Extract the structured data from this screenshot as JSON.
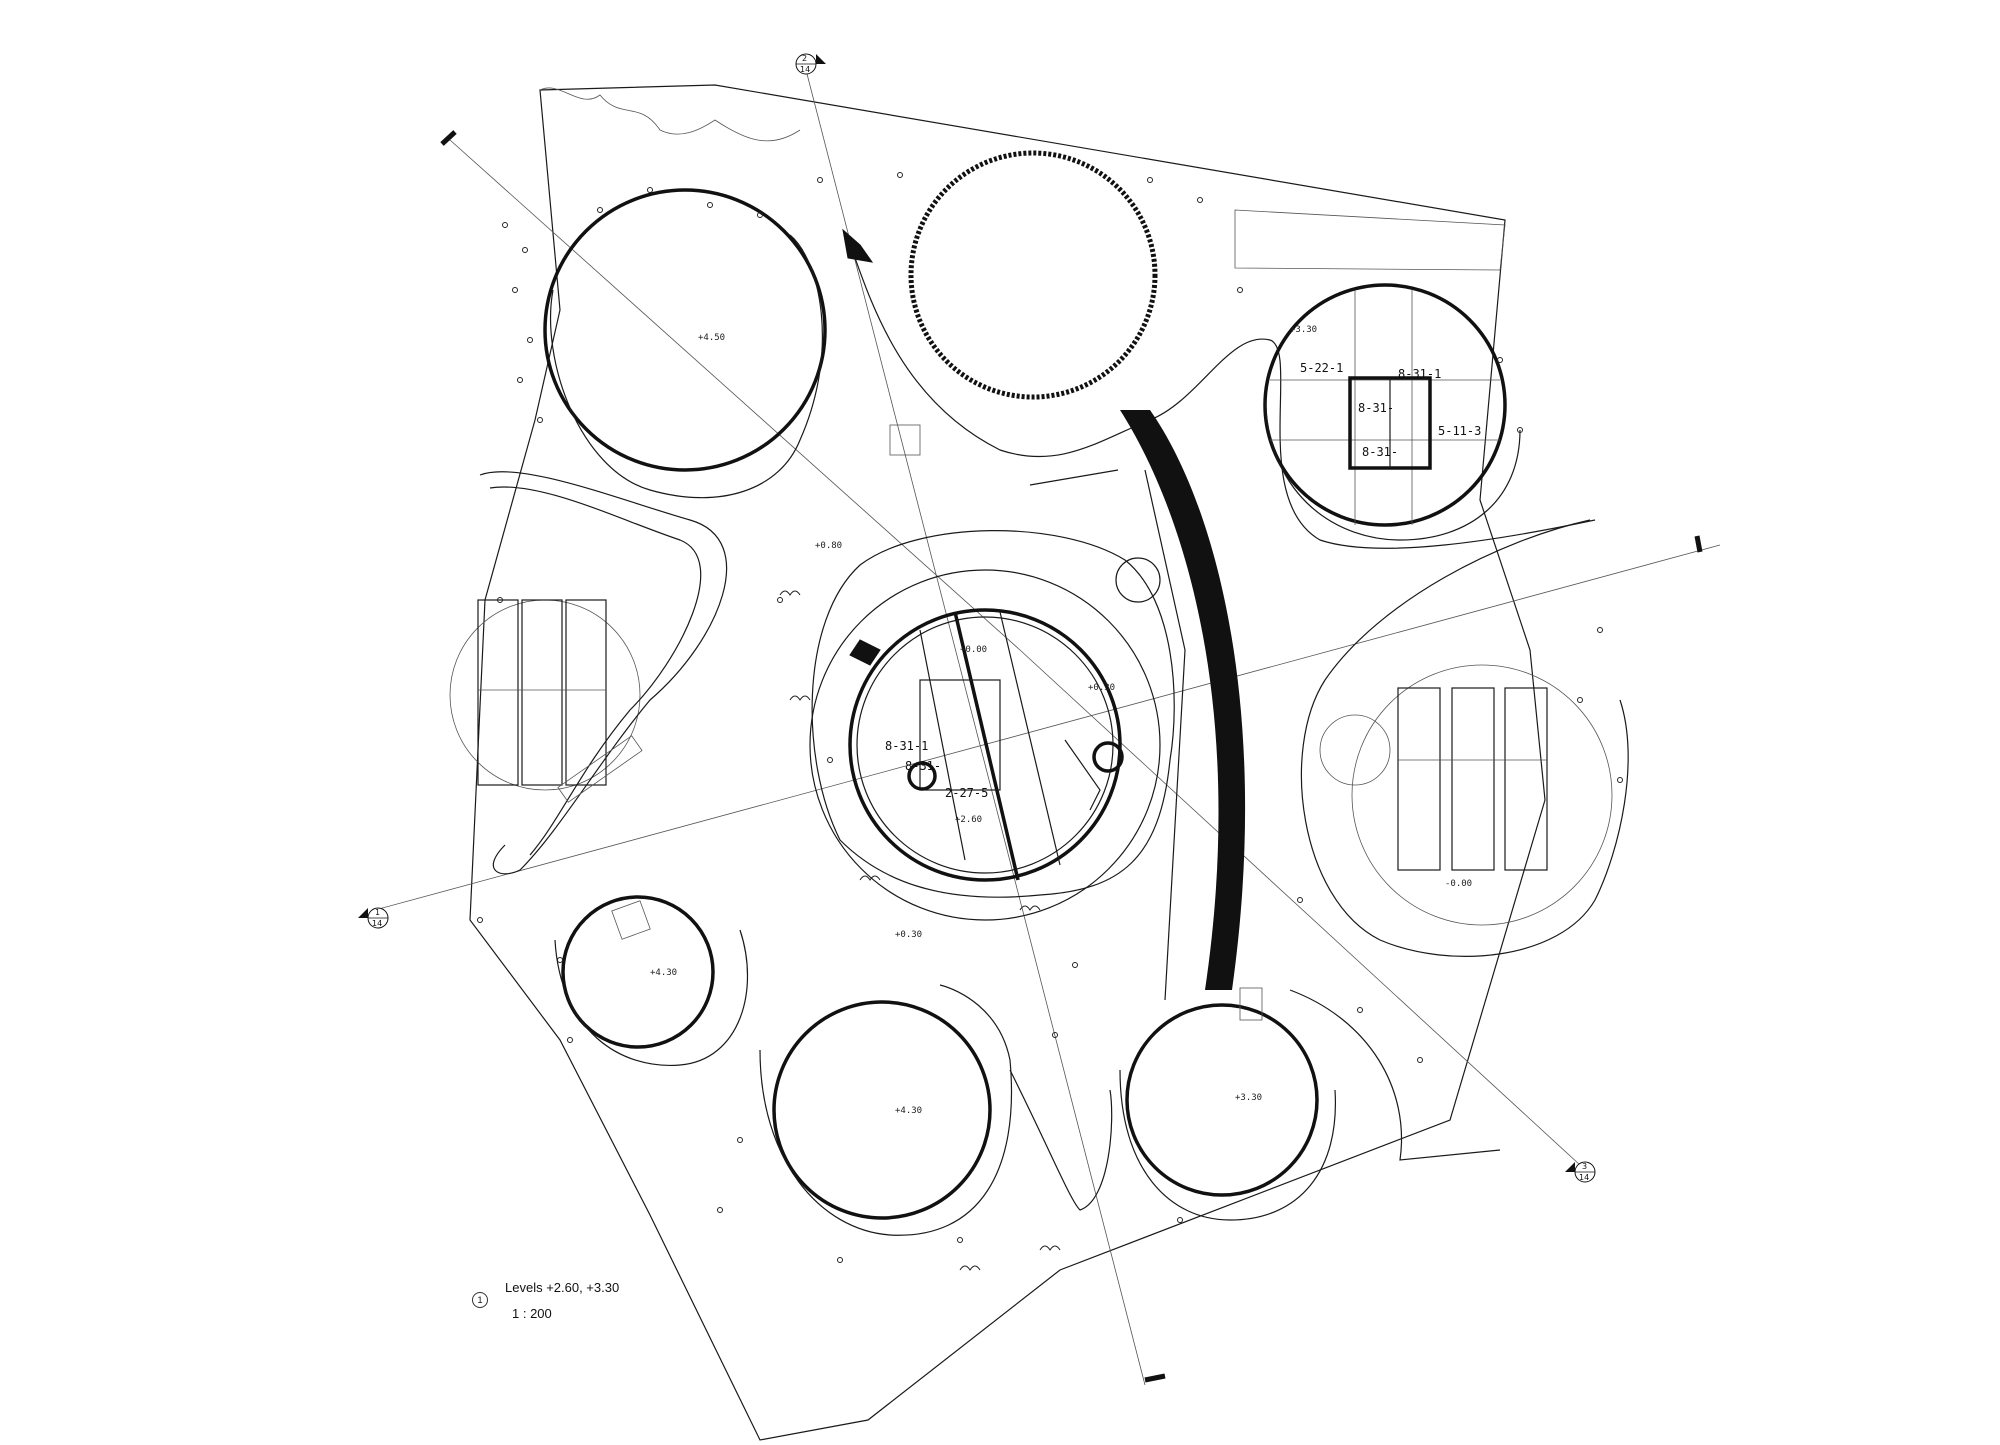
{
  "legend": {
    "number": "1",
    "title": "Levels +2.60, +3.30",
    "scale": "1 : 200"
  },
  "section_markers": [
    {
      "id": "2",
      "sheet": "14"
    },
    {
      "id": "1",
      "sheet": "14"
    },
    {
      "id": "3",
      "sheet": "14"
    }
  ],
  "levels": {
    "nw_pavilion": "+4.50",
    "plaza_north": "+0.80",
    "core_north": "+0.00",
    "core_east": "+0.30",
    "core_south": "+2.60",
    "plaza_south": "+0.30",
    "sw_pavilion": "+4.30",
    "south_pavilion": "+4.30",
    "se_pavilion": "+3.30",
    "east_hall": "-0.00",
    "ne_pavilion": "+3.30"
  },
  "rooms": {
    "core_a": "8-31-1",
    "core_b": "8-31-",
    "core_c": "2-27-5",
    "ne_a": "5-22-1",
    "ne_b": "8-31-1",
    "ne_c": "8-31-",
    "ne_d": "5-11-3",
    "ne_e": "8-31-"
  }
}
